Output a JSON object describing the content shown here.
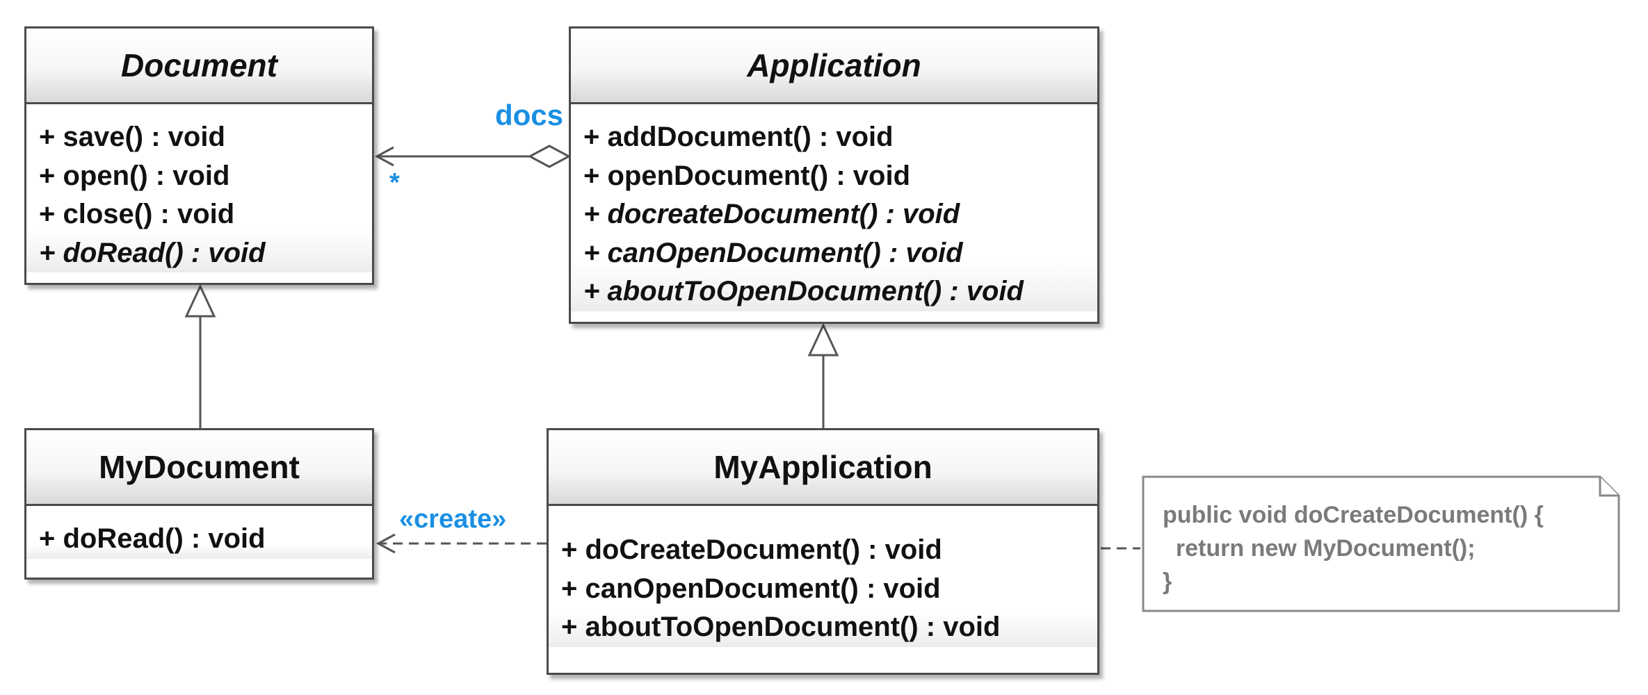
{
  "classes": {
    "document": {
      "name": "Document",
      "operations": [
        "+ save() : void",
        "+ open() : void",
        "+ close() : void",
        "+ doRead() : void"
      ]
    },
    "application": {
      "name": "Application",
      "operations": [
        "+ addDocument() : void",
        "+ openDocument() : void",
        "+ docreateDocument() : void",
        "+ canOpenDocument() : void",
        "+ aboutToOpenDocument() : void"
      ]
    },
    "my_document": {
      "name": "MyDocument",
      "operations": [
        "+ doRead() : void"
      ]
    },
    "my_application": {
      "name": "MyApplication",
      "operations": [
        "+ doCreateDocument() : void",
        "+ canOpenDocument() : void",
        "+ aboutToOpenDocument() : void"
      ]
    }
  },
  "relations": {
    "aggregation_role": "docs",
    "aggregation_multiplicity": "*",
    "dependency_stereotype": "«create»"
  },
  "note": {
    "lines": [
      "public void doCreateDocument() {",
      "  return new MyDocument();",
      "}"
    ]
  },
  "colors": {
    "label_blue": "#1a8fe3",
    "line_gray": "#555555",
    "note_text": "#7a7a7a"
  }
}
